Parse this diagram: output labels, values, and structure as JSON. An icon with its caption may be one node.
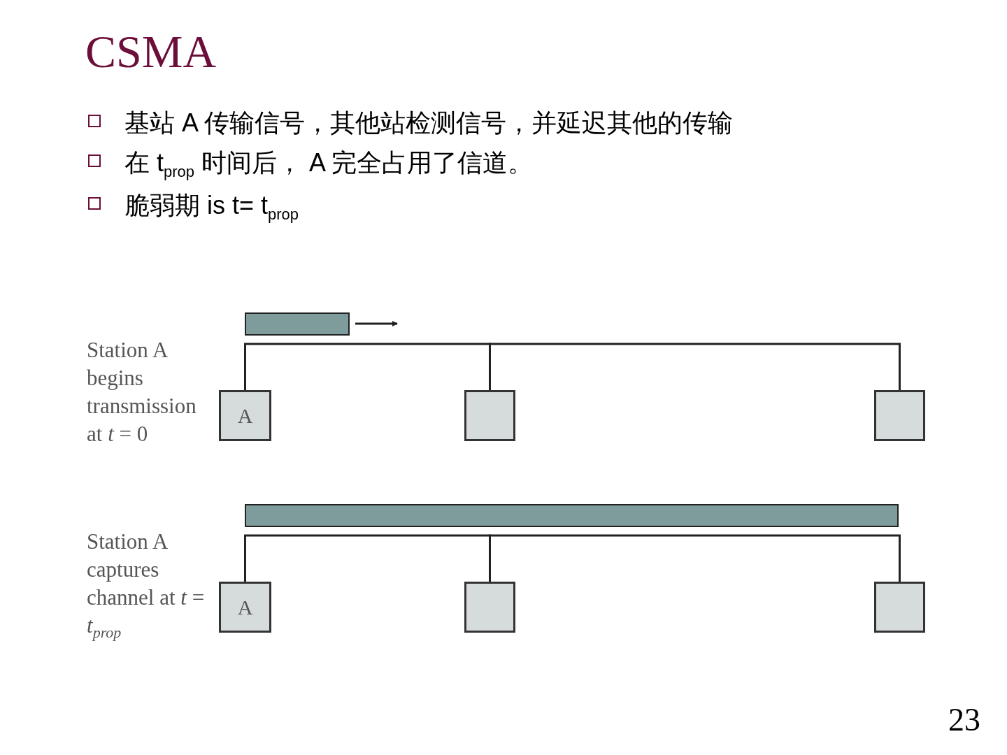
{
  "diagram": {
    "title": "CSMA",
    "nodes": [
      {
        "text": [],
        "shape": "bar"
      },
      {
        "text": [
          "A"
        ],
        "beside": [
          "Station A begins transmission at *t* = 0"
        ]
      },
      {
        "text": [],
        "shape": "box"
      },
      {
        "text": [],
        "shape": "box"
      },
      {
        "text": [],
        "shape": "bar"
      },
      {
        "text": [
          "A"
        ],
        "beside": [
          "Station A captures channel at *t* = *t*$_{prop}$"
        ]
      },
      {
        "text": [],
        "shape": "box"
      },
      {
        "text": [],
        "shape": "box"
      }
    ],
    "edges": [
      {
        "from": 1,
        "to": 2,
        "arrow": "none"
      },
      {
        "from": 2,
        "to": 3,
        "arrow": "none"
      },
      {
        "from": 5,
        "to": 6,
        "arrow": "none"
      },
      {
        "from": 6,
        "to": 7,
        "arrow": "none"
      }
    ],
    "labels": [
      "基站 A 传输信号，其他站检测信号，并延迟其他的传输",
      "在 t$_{prop}$ 时间后， A 完全占用了信道。",
      "脆弱期 is t= t$_{prop}$",
      "23"
    ]
  }
}
